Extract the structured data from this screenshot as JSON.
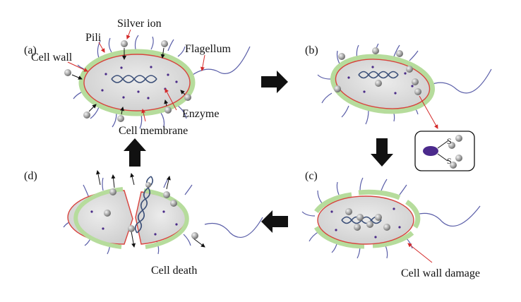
{
  "panels": {
    "a": {
      "tag": "(a)"
    },
    "b": {
      "tag": "(b)"
    },
    "c": {
      "tag": "(c)"
    },
    "d": {
      "tag": "(d)"
    }
  },
  "labels": {
    "silver_ion": "Silver ion",
    "pili": "Pili",
    "cell_wall": "Cell wall",
    "flagellum": "Flagellum",
    "enzyme": "Enzyme",
    "cell_membrane": "Cell membrane",
    "cell_death": "Cell death",
    "cell_wall_damage": "Cell wall damage"
  },
  "inset": {
    "sulfur_top": "S",
    "sulfur_bottom": "S"
  },
  "colors": {
    "cell_wall": "#b6dc9c",
    "membrane": "#d8433e",
    "cytoplasm": "#dedede",
    "pili": "#5a5ea8",
    "dna": "#3b4f78",
    "enzyme": "#4a2b88",
    "label_pointer": "#d42a2a",
    "process_arrow": "#111111",
    "enzyme_oval": "#4b2a8c"
  }
}
